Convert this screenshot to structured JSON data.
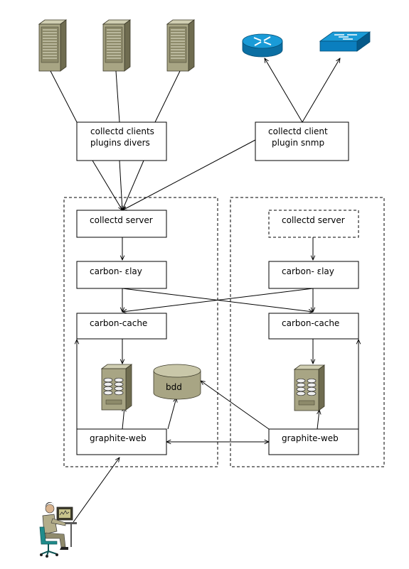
{
  "nodes": {
    "collectd_clients_divers": {
      "line1": "collectd clients",
      "line2": "plugins divers"
    },
    "collectd_client_snmp": {
      "line1": "collectd client",
      "line2": "plugin snmp"
    },
    "left": {
      "collectd_server": "collectd server",
      "carbon_relay": "carbon- ɛlay",
      "carbon_cache": "carbon-cache",
      "graphite_web": "graphite-web"
    },
    "right": {
      "collectd_server": "collectd server",
      "carbon_relay": "carbon- ɛlay",
      "carbon_cache": "carbon-cache",
      "graphite_web": "graphite-web"
    },
    "bdd": "bdd"
  },
  "icons": {
    "servers": [
      "server-tower-icon",
      "server-tower-icon",
      "server-tower-icon"
    ],
    "network": [
      "router-icon",
      "switch-icon"
    ],
    "storage": [
      "storage-server-icon",
      "database-cylinder-icon"
    ],
    "user": "user-at-computer-icon"
  },
  "colors": {
    "server_fill": "#a8a584",
    "server_dark": "#6f6c50",
    "network_blue": "#1a9bd7",
    "db_fill": "#b3b08f",
    "stroke": "#000000"
  }
}
